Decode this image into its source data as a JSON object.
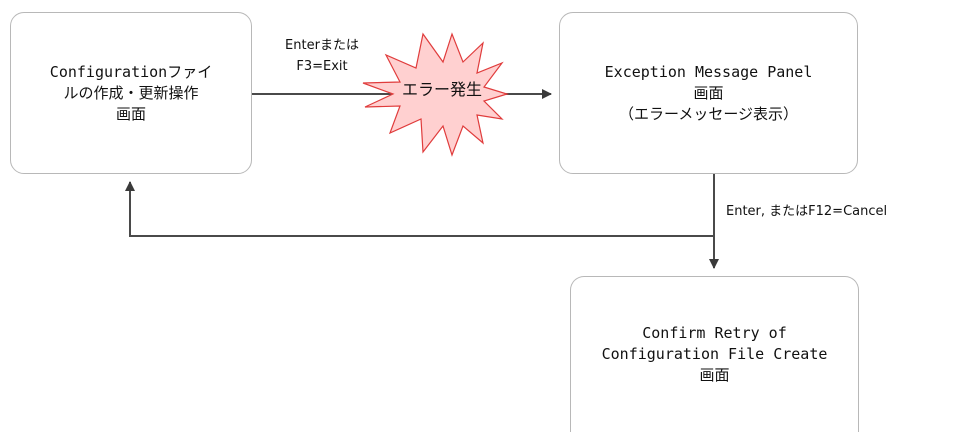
{
  "boxes": {
    "config": {
      "lines": [
        "Configurationファイ",
        "ルの作成・更新操作",
        "画面"
      ]
    },
    "exception": {
      "lines": [
        "Exception Message Panel",
        "画面",
        "（エラーメッセージ表示）"
      ]
    },
    "confirm": {
      "lines": [
        "Confirm Retry of",
        "Configuration File Create",
        "画面"
      ]
    }
  },
  "edges": {
    "config_to_exception": {
      "label_lines": [
        "Enterまたは",
        "F3=Exit"
      ]
    },
    "exception_down": {
      "label": "Enter, またはF12=Cancel"
    }
  },
  "burst": {
    "label": "エラー発生",
    "fill": "#ffd0d0",
    "stroke": "#e03c3c"
  },
  "colors": {
    "line": "#4a4a4a",
    "box_border": "#b8b8b8"
  }
}
